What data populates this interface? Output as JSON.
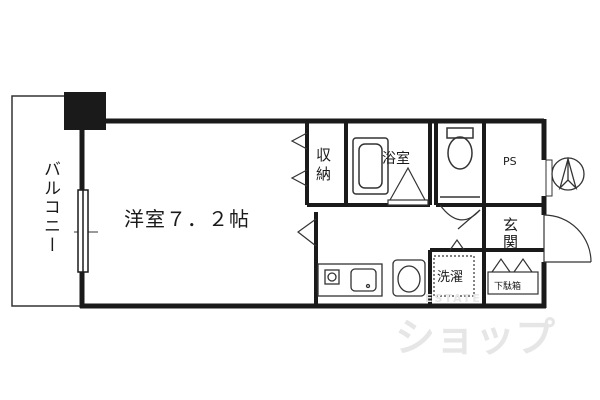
{
  "rooms": {
    "balcony": "バルコニー",
    "western_room": "洋室７．２帖",
    "closet": "収納",
    "bathroom": "浴室",
    "pipe_space": "PS",
    "entrance": "玄関",
    "laundry": "洗濯",
    "shoe_box": "下駄箱"
  },
  "watermark": {
    "text": "ショップ",
    "latin": "ESTATE"
  }
}
